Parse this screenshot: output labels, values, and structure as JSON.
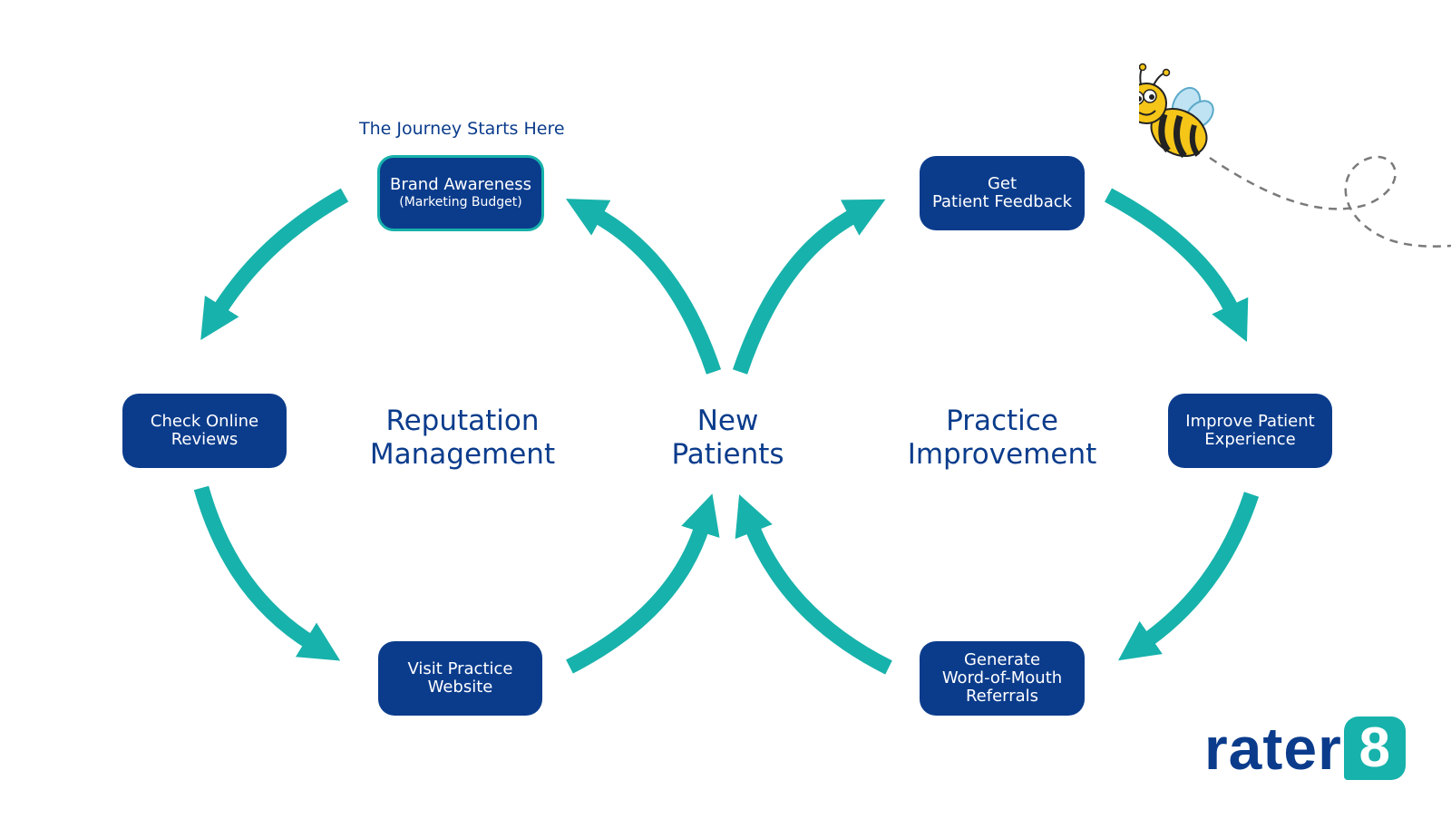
{
  "journey_label": "The Journey Starts Here",
  "nodes": {
    "brand_awareness": {
      "title": "Brand Awareness",
      "subtitle": "(Marketing Budget)"
    },
    "check_reviews": {
      "line1": "Check Online",
      "line2": "Reviews"
    },
    "visit_website": {
      "line1": "Visit Practice",
      "line2": "Website"
    },
    "get_feedback": {
      "line1": "Get",
      "line2": "Patient Feedback"
    },
    "improve_experience": {
      "line1": "Improve Patient",
      "line2": "Experience"
    },
    "generate_referrals": {
      "line1": "Generate",
      "line2": "Word-of-Mouth",
      "line3": "Referrals"
    }
  },
  "centers": {
    "reputation": {
      "line1": "Reputation",
      "line2": "Management"
    },
    "new_patients": {
      "line1": "New",
      "line2": "Patients"
    },
    "practice": {
      "line1": "Practice",
      "line2": "Improvement"
    }
  },
  "logo": {
    "word": "rater",
    "badge": "8"
  },
  "colors": {
    "navy": "#0b3c8c",
    "teal": "#17b2ab",
    "bee_yellow": "#f5c518",
    "wing": "#bfe3f3"
  },
  "icons": [
    "bee-mascot-icon",
    "arrow-icon"
  ]
}
